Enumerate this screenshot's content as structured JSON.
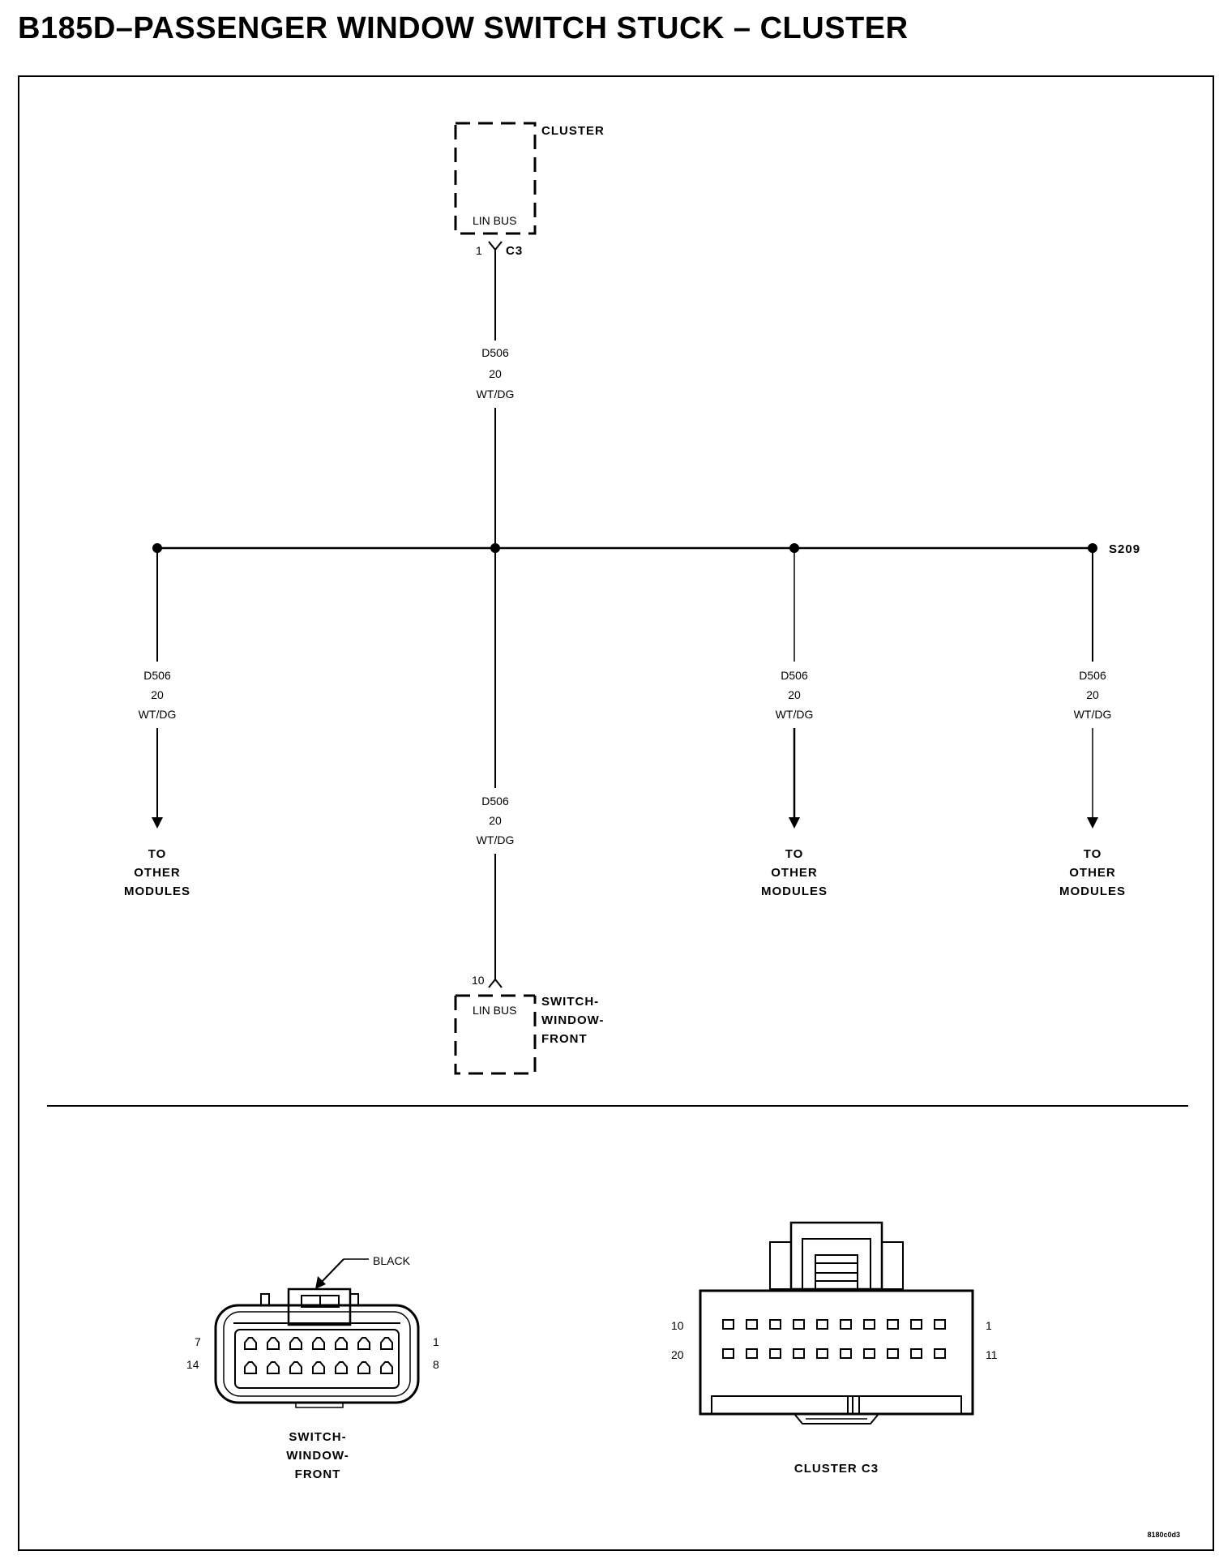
{
  "title": "B185D–PASSENGER WINDOW SWITCH STUCK – CLUSTER",
  "components": {
    "cluster": {
      "name": "CLUSTER",
      "pin_label": "LIN BUS"
    },
    "switch_window_front": {
      "name_lines": [
        "SWITCH-",
        "WINDOW-",
        "FRONT"
      ],
      "pin_label": "LIN BUS"
    }
  },
  "connectors": {
    "c3": {
      "label": "C3",
      "pin": "1"
    },
    "switch_pin": "10"
  },
  "wire": {
    "circuit": "D506",
    "gauge": "20",
    "color": "WT/DG"
  },
  "splice": {
    "label": "S209"
  },
  "destinations": {
    "other_modules_lines": [
      "TO",
      "OTHER",
      "MODULES"
    ]
  },
  "connector_views": {
    "switch_window_front": {
      "caption_lines": [
        "SWITCH-",
        "WINDOW-",
        "FRONT"
      ],
      "color_callout": "BLACK",
      "pin_labels": {
        "top_left": "7",
        "top_right": "1",
        "bottom_left": "14",
        "bottom_right": "8"
      }
    },
    "cluster_c3": {
      "caption": "CLUSTER C3",
      "pin_labels": {
        "top_left": "10",
        "top_right": "1",
        "bottom_left": "20",
        "bottom_right": "11"
      }
    }
  },
  "figure_id": "8180c0d3"
}
